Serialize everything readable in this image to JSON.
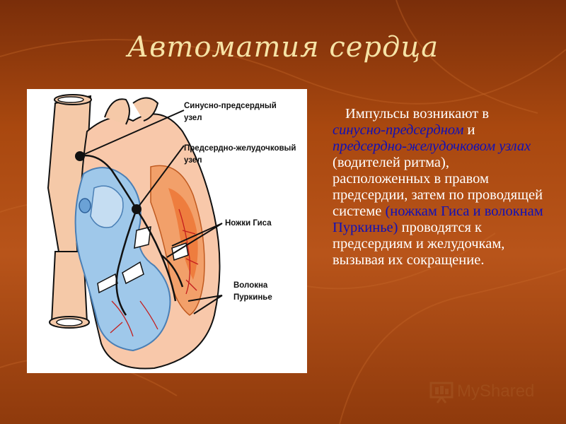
{
  "slide": {
    "title": "Автоматия сердца",
    "text": {
      "part1": "Импульсы возникают в",
      "part2": "синусно-предсердном",
      "part3": "и",
      "part4": "предсердно-желудочковом узлах",
      "part5": "(водителей ритма), расположенных в правом предсердии, затем по проводящей системе",
      "part6": "(ножкам Гиса и волокнам Пуркинье)",
      "part7": "проводятся к предсердиям и желудочкам, вызывая их сокращение."
    }
  },
  "figure": {
    "labels": {
      "sa_node": "Синусно-предсердный узел",
      "av_node": "Предсердно-желудочковый узел",
      "his": "Ножки Гиса",
      "purkinje": "Волокна Пуркинье"
    }
  },
  "watermark": {
    "text": "MyShared"
  },
  "colors": {
    "title": "#f6e3a6",
    "highlight": "#1010b8",
    "background": "#a9480f"
  }
}
